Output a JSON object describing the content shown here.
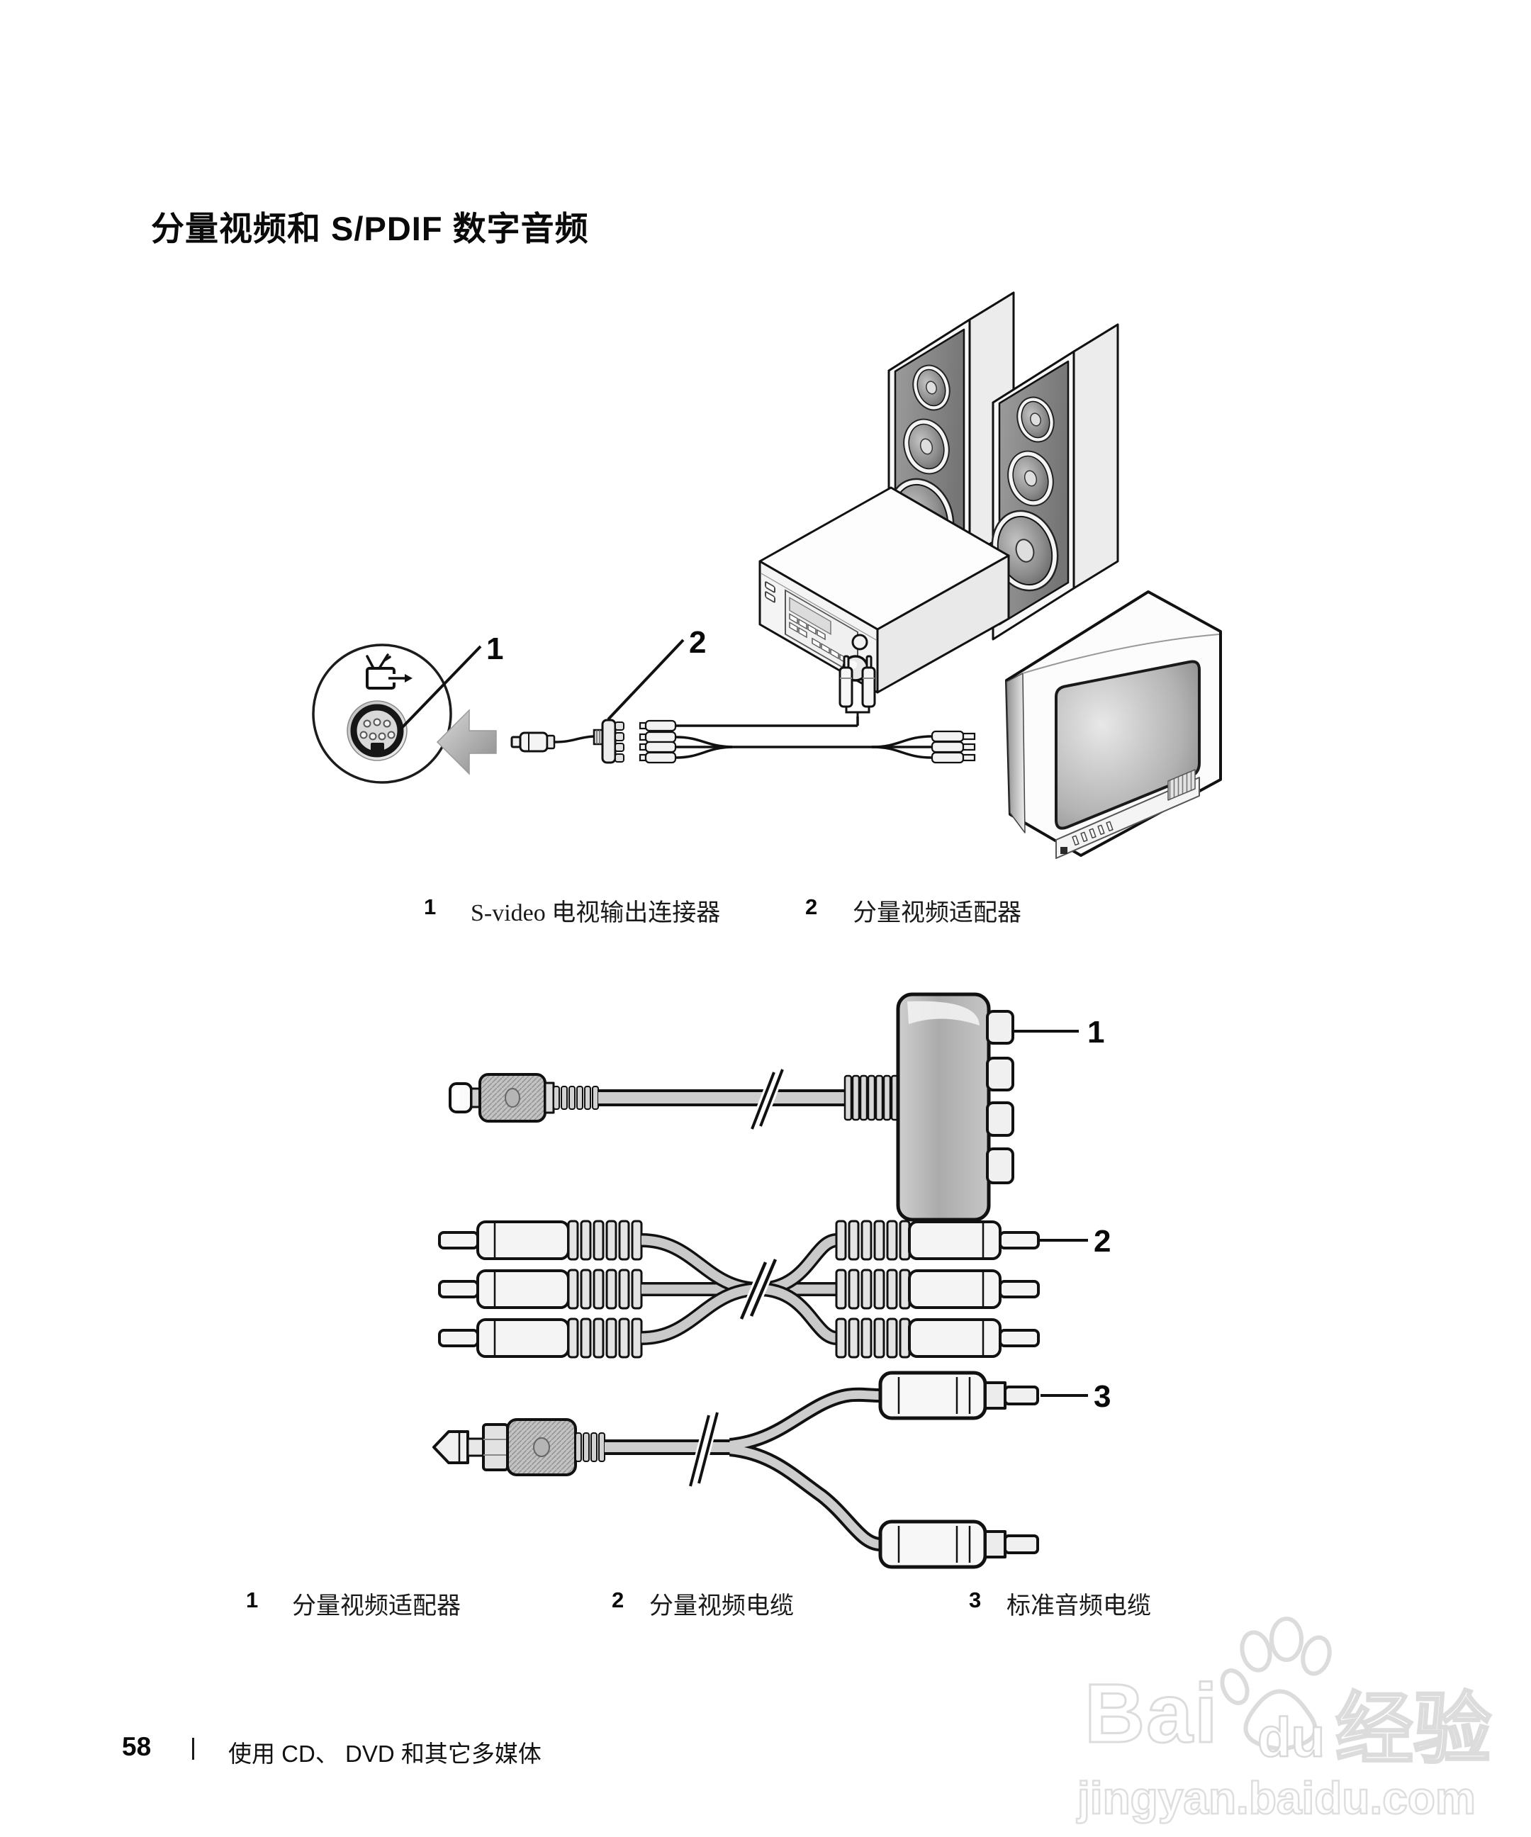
{
  "page": {
    "title": "分量视频和 S/PDIF 数字音频",
    "footer": {
      "page_number": "58",
      "separator": "|",
      "text": "使用 CD、 DVD 和其它多媒体"
    }
  },
  "figure_top": {
    "name": "component-video-spdif-connection-overview",
    "legend": [
      {
        "num": "1",
        "label": "S-video 电视输出连接器"
      },
      {
        "num": "2",
        "label": "分量视频适配器"
      }
    ],
    "icons": [
      "tv-out-icon",
      "s-video-port-icon",
      "arrow-left-icon",
      "speakers",
      "av-receiver",
      "crt-tv",
      "rca-plugs"
    ]
  },
  "figure_bottom": {
    "name": "component-video-cables-illustration",
    "legend": [
      {
        "num": "1",
        "label": "分量视频适配器"
      },
      {
        "num": "2",
        "label": "分量视频电缆"
      },
      {
        "num": "3",
        "label": "标准音频电缆"
      }
    ],
    "icons": [
      "s-video-plug-icon",
      "component-adapter-block",
      "rca-cable-set",
      "audio-y-cable",
      "cable-break-symbol"
    ]
  },
  "watermark": {
    "brand_prefix": "Bai",
    "brand_du": "du",
    "brand_suffix": "经验",
    "url": "jingyan.baidu.com"
  },
  "colors": {
    "ink": "#111111",
    "paper": "#ffffff",
    "grille_gray": "#8a8a8a",
    "watermark_gray": "#dcdcdc"
  }
}
